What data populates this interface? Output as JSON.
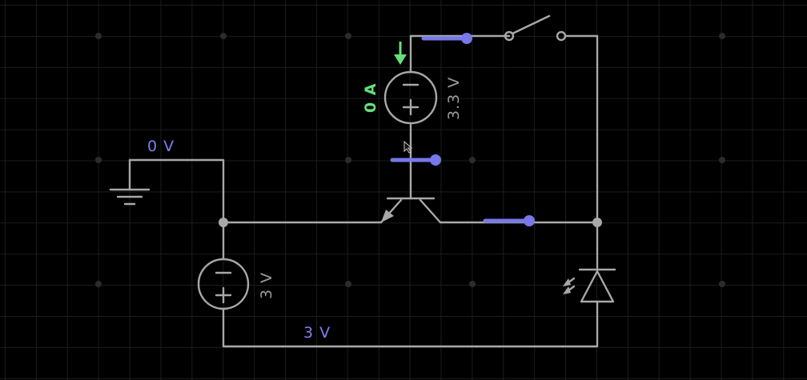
{
  "labels": {
    "ground_voltage": "0 V",
    "bottom_voltage": "3 V",
    "source1_voltage": "3 V",
    "source2_voltage": "3.3 V",
    "source2_current": "0 A"
  },
  "colors": {
    "background": "#000000",
    "wire": "#a8a8a8",
    "probe": "#7878ea",
    "voltage_label": "#7f7ff0",
    "current_label": "#66e07a"
  },
  "icons": {
    "ground": "ground-symbol",
    "battery1": "dc-voltage-source",
    "battery2": "dc-voltage-source",
    "transistor": "pnp-transistor",
    "switch": "open-switch",
    "led": "light-emitting-diode",
    "current_arrow": "down-arrow"
  }
}
